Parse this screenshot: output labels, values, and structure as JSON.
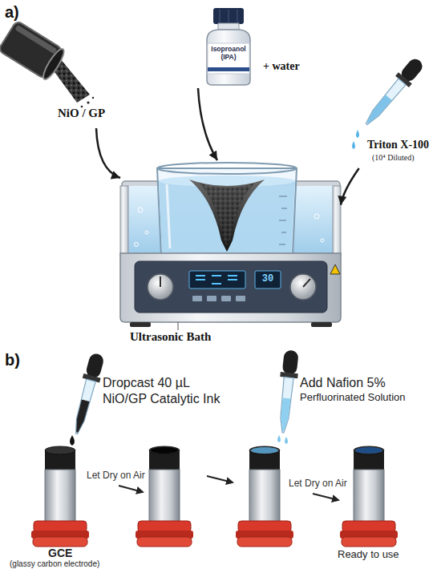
{
  "diagram": {
    "nodes": [
      {
        "text": [
          "NiO / GP"
        ]
      },
      {
        "text": [
          "Isoproanol (IPA)",
          "+ water"
        ]
      },
      {
        "text": [
          "Triton X-100",
          "(10⁴ Diluted)"
        ]
      },
      {
        "text": [
          "Ultrasonic Bath"
        ]
      },
      {
        "text": [
          "GCE",
          "(glassy carbon electrode)"
        ]
      },
      {
        "text": [
          "Ready to use"
        ]
      }
    ],
    "edges": [
      {
        "from": 0,
        "to": 3,
        "arrow": "to"
      },
      {
        "from": 1,
        "to": 3,
        "arrow": "to"
      },
      {
        "from": 2,
        "to": 3,
        "arrow": "to"
      }
    ],
    "labels": [
      "a)",
      "30",
      "b)",
      "Dropcast 40 µL NiO/GP Catalytic Ink",
      "Let Dry on Air",
      "Add Nafion 5%",
      "Perfluorinated Solution",
      "Let Dry on Air"
    ]
  }
}
